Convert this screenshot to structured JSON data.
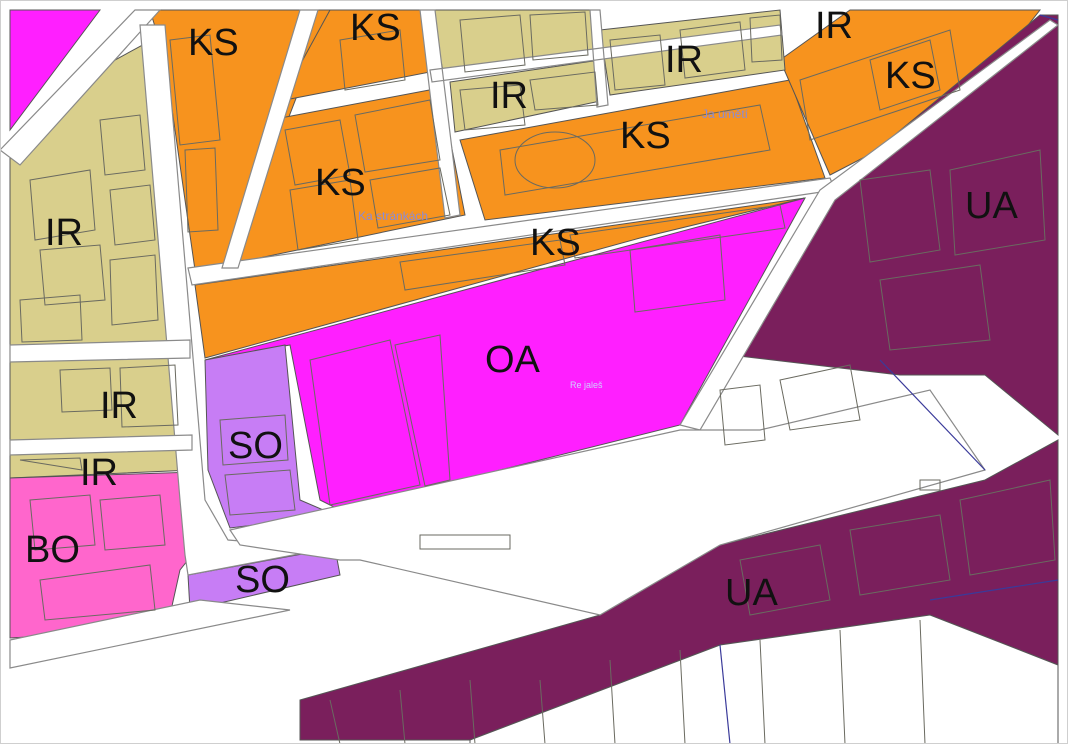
{
  "colors": {
    "KS": "#f7931e",
    "IR": "#d9cf8c",
    "UA": "#7a1f5c",
    "OA": "#ff1fff",
    "SO": "#c77df5",
    "BO": "#ff66cc",
    "road_bg": "#ffffff",
    "boundary": "#3a3a9a"
  },
  "zones": {
    "ks_1": "KS",
    "ks_2": "KS",
    "ks_3": "KS",
    "ks_4": "KS",
    "ks_5": "KS",
    "ks_6": "KS",
    "ir_1": "IR",
    "ir_2": "IR",
    "ir_3": "IR",
    "ir_4": "IR",
    "ir_5": "IR",
    "ir_6": "IR",
    "ua_1": "UA",
    "ua_2": "UA",
    "oa_1": "OA",
    "so_1": "SO",
    "so_2": "SO",
    "bo_1": "BO"
  },
  "streets": {
    "street_1": "Ja umětí",
    "street_2": "Ka stránkách",
    "street_3": "Re jaleš"
  }
}
